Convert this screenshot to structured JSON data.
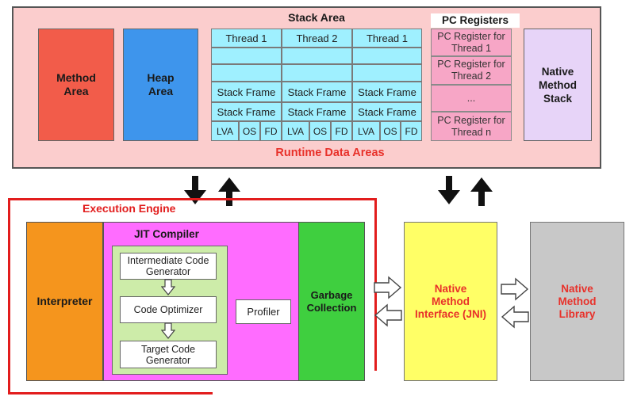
{
  "runtime": {
    "title": "Runtime Data Areas",
    "method_area": "Method Area",
    "heap_area": "Heap Area",
    "stack_area": {
      "title": "Stack Area",
      "threads": [
        "Thread 1",
        "Thread 2",
        "Thread 1"
      ],
      "stack_frame": "Stack Frame",
      "lva": "LVA",
      "os": "OS",
      "fd": "FD"
    },
    "pc_registers": {
      "title": "PC Registers",
      "items": [
        "PC Register for Thread 1",
        "PC Register for Thread 2",
        "...",
        "PC Register for Thread n"
      ]
    },
    "native_method_stack": "Native Method Stack"
  },
  "execution": {
    "title": "Execution Engine",
    "interpreter": "Interpreter",
    "jit": {
      "title": "JIT Compiler",
      "steps": [
        "Intermediate Code Generator",
        "Code Optimizer",
        "Target Code Generator"
      ],
      "profiler": "Profiler"
    },
    "gc": "Garbage Collection"
  },
  "jni": "Native Method Interface (JNI)",
  "native_library": "Native Method Library",
  "colors": {
    "runtime_bg": "#fbcdcd",
    "method_area": "#f25c4a",
    "heap_area": "#3e95ec",
    "stack_cell": "#9ff0ff",
    "pc_cell": "#f7a6c6",
    "native_stack": "#e7d4f8",
    "interpreter": "#f5951d",
    "jit": "#ff6cff",
    "jit_inner": "#cdeca9",
    "gc": "#3fcf3f",
    "jni": "#ffff66",
    "native_library": "#c8c8c8",
    "accent_red": "#e21d1d"
  }
}
